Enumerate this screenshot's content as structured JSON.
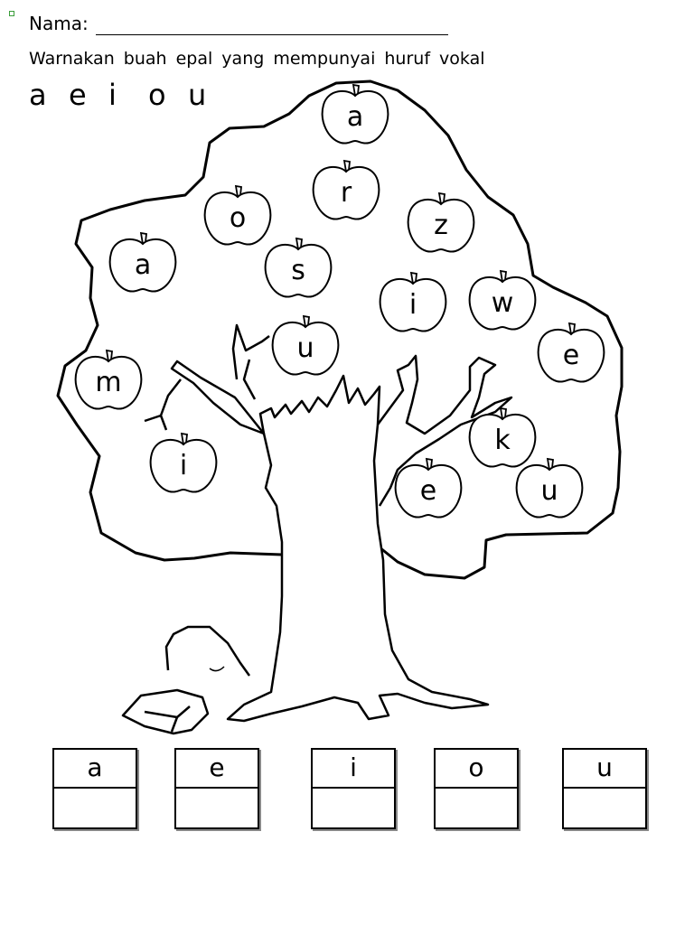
{
  "header": {
    "name_label": "Nama:",
    "instruction": "Warnakan buah epal yang mempunyai huruf vokal",
    "vowels": [
      "a",
      "e",
      "i",
      "o",
      "u"
    ]
  },
  "apples": [
    {
      "letter": "a"
    },
    {
      "letter": "r"
    },
    {
      "letter": "o"
    },
    {
      "letter": "z"
    },
    {
      "letter": "a"
    },
    {
      "letter": "s"
    },
    {
      "letter": "i"
    },
    {
      "letter": "w"
    },
    {
      "letter": "u"
    },
    {
      "letter": "e"
    },
    {
      "letter": "m"
    },
    {
      "letter": "k"
    },
    {
      "letter": "i"
    },
    {
      "letter": "e"
    },
    {
      "letter": "u"
    }
  ],
  "answer_boxes": [
    {
      "label": "a"
    },
    {
      "label": "e"
    },
    {
      "label": "i"
    },
    {
      "label": "o"
    },
    {
      "label": "u"
    }
  ]
}
